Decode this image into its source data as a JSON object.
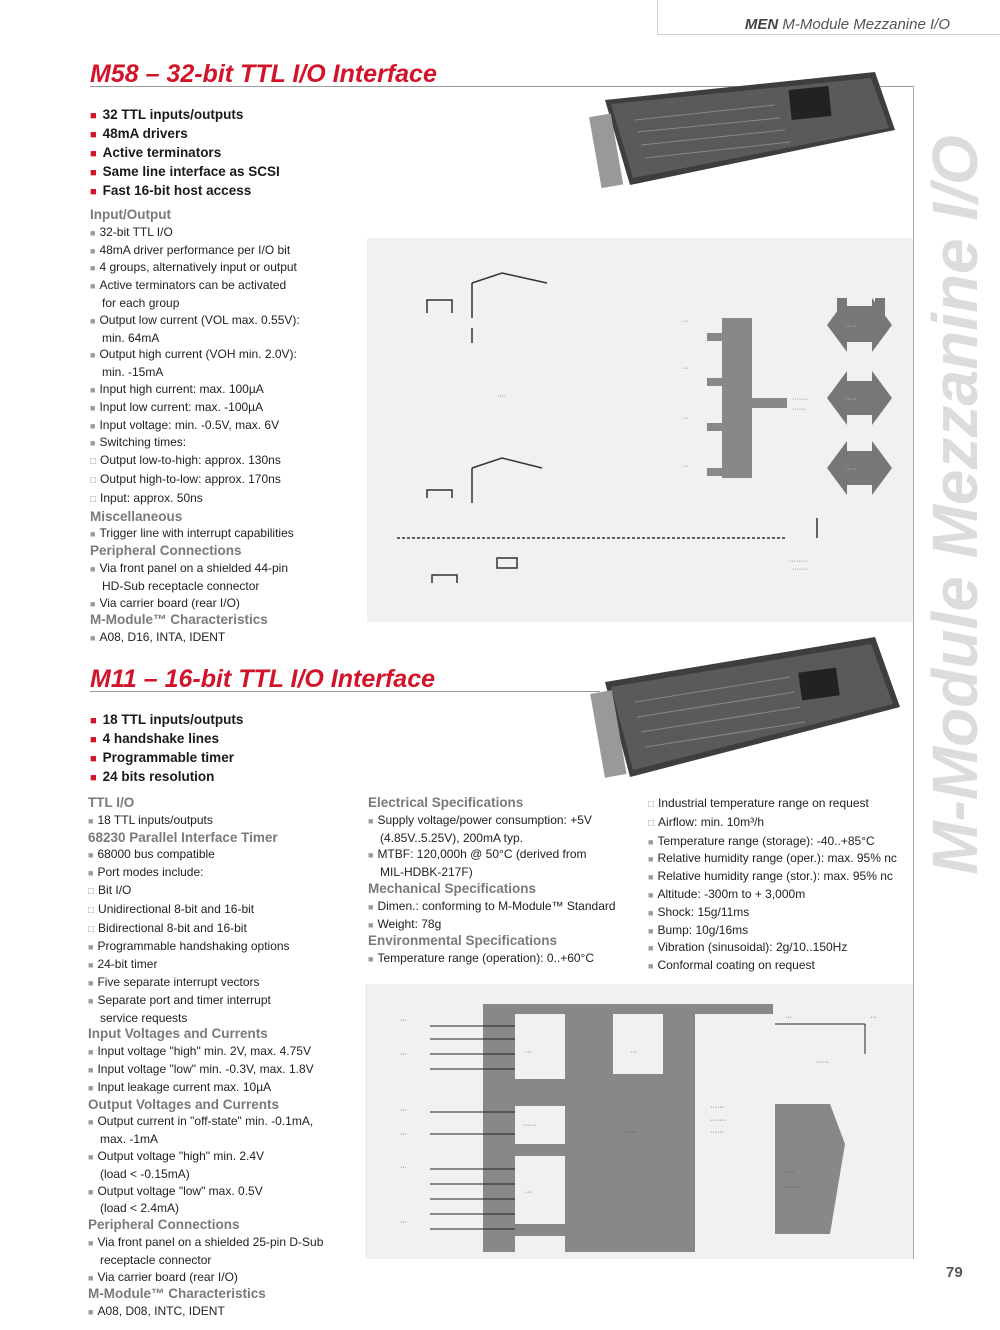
{
  "header": {
    "brand": "MEN",
    "subtitle": "M-Module Mezzanine I/O"
  },
  "sidebar_text": "M-Module Mezzanine I/O",
  "page_number": "79",
  "m58": {
    "title": "M58 – 32-bit TTL I/O Interface",
    "bullets": [
      "32 TTL inputs/outputs",
      "48mA drivers",
      "Active terminators",
      "Same line interface as SCSI",
      "Fast 16-bit host access"
    ],
    "lines": [
      {
        "t": "h",
        "s": "Input/Output"
      },
      {
        "t": "b",
        "s": "32-bit TTL I/O"
      },
      {
        "t": "b",
        "s": "48mA driver performance per I/O bit"
      },
      {
        "t": "b",
        "s": "4 groups, alternatively input or output"
      },
      {
        "t": "b",
        "s": "Active terminators can be activated"
      },
      {
        "t": "c",
        "s": "for each group"
      },
      {
        "t": "b",
        "s": "Output low current (VOL max. 0.55V):"
      },
      {
        "t": "c",
        "s": "min. 64mA"
      },
      {
        "t": "b",
        "s": "Output high current (VOH min. 2.0V):"
      },
      {
        "t": "c",
        "s": "min. -15mA"
      },
      {
        "t": "b",
        "s": "Input high current: max. 100µA"
      },
      {
        "t": "b",
        "s": "Input low current: max. -100µA"
      },
      {
        "t": "b",
        "s": "Input voltage: min. -0.5V, max. 6V"
      },
      {
        "t": "b",
        "s": "Switching times:"
      },
      {
        "t": "o",
        "s": "Output low-to-high: approx. 130ns"
      },
      {
        "t": "o",
        "s": "Output high-to-low: approx. 170ns"
      },
      {
        "t": "o",
        "s": "Input: approx. 50ns"
      },
      {
        "t": "h",
        "s": "Miscellaneous"
      },
      {
        "t": "b",
        "s": "Trigger line with interrupt capabilities"
      },
      {
        "t": "h",
        "s": "Peripheral Connections"
      },
      {
        "t": "b",
        "s": "Via front panel on a shielded 44-pin"
      },
      {
        "t": "c",
        "s": "HD-Sub receptacle connector"
      },
      {
        "t": "b",
        "s": "Via carrier board (rear I/O)"
      },
      {
        "t": "h",
        "s": "M-Module™ Characteristics"
      },
      {
        "t": "b",
        "s": "A08, D16, INTA, IDENT"
      }
    ]
  },
  "m11": {
    "title": "M11 – 16-bit TTL I/O Interface",
    "bullets": [
      "18 TTL inputs/outputs",
      "4 handshake lines",
      "Programmable timer",
      "24 bits resolution"
    ],
    "col1": [
      {
        "t": "h",
        "s": "TTL I/O"
      },
      {
        "t": "b",
        "s": "18 TTL inputs/outputs"
      },
      {
        "t": "h",
        "s": "68230 Parallel Interface Timer"
      },
      {
        "t": "b",
        "s": "68000 bus compatible"
      },
      {
        "t": "b",
        "s": "Port modes include:"
      },
      {
        "t": "o",
        "s": "Bit I/O"
      },
      {
        "t": "o",
        "s": "Unidirectional 8-bit and 16-bit"
      },
      {
        "t": "o",
        "s": "Bidirectional 8-bit and 16-bit"
      },
      {
        "t": "b",
        "s": "Programmable handshaking options"
      },
      {
        "t": "b",
        "s": "24-bit timer"
      },
      {
        "t": "b",
        "s": "Five separate interrupt vectors"
      },
      {
        "t": "b",
        "s": "Separate port and timer interrupt"
      },
      {
        "t": "c",
        "s": "service requests"
      },
      {
        "t": "h",
        "s": "Input Voltages and Currents"
      },
      {
        "t": "b",
        "s": "Input voltage \"high\" min. 2V, max. 4.75V"
      },
      {
        "t": "b",
        "s": "Input voltage \"low\" min. -0.3V, max. 1.8V"
      },
      {
        "t": "b",
        "s": "Input leakage current max. 10µA"
      },
      {
        "t": "h",
        "s": "Output Voltages and Currents"
      },
      {
        "t": "b",
        "s": "Output current in \"off-state\" min. -0.1mA,"
      },
      {
        "t": "c",
        "s": "max. -1mA"
      },
      {
        "t": "b",
        "s": "Output voltage \"high\" min. 2.4V"
      },
      {
        "t": "c",
        "s": "(load < -0.15mA)"
      },
      {
        "t": "b",
        "s": "Output voltage \"low\" max. 0.5V"
      },
      {
        "t": "c",
        "s": "(load < 2.4mA)"
      },
      {
        "t": "h",
        "s": "Peripheral Connections"
      },
      {
        "t": "b",
        "s": "Via front panel on a shielded 25-pin D-Sub"
      },
      {
        "t": "c",
        "s": "receptacle connector"
      },
      {
        "t": "b",
        "s": "Via carrier board (rear I/O)"
      },
      {
        "t": "h",
        "s": "M-Module™ Characteristics"
      },
      {
        "t": "b",
        "s": "A08, D08, INTC, IDENT"
      }
    ],
    "col2": [
      {
        "t": "h",
        "s": "Electrical Specifications"
      },
      {
        "t": "b",
        "s": "Supply voltage/power consumption: +5V"
      },
      {
        "t": "c",
        "s": "(4.85V..5.25V), 200mA typ."
      },
      {
        "t": "b",
        "s": "MTBF: 120,000h @ 50°C (derived from"
      },
      {
        "t": "c",
        "s": "MIL-HDBK-217F)"
      },
      {
        "t": "h",
        "s": "Mechanical Specifications"
      },
      {
        "t": "b",
        "s": "Dimen.: conforming to M-Module™ Standard"
      },
      {
        "t": "b",
        "s": "Weight: 78g"
      },
      {
        "t": "h",
        "s": "Environmental Specifications"
      },
      {
        "t": "b",
        "s": "Temperature range (operation): 0..+60°C"
      }
    ],
    "col3": [
      {
        "t": "o",
        "s": "Industrial temperature range on request"
      },
      {
        "t": "o",
        "s": "Airflow: min. 10m³/h"
      },
      {
        "t": "b",
        "s": "Temperature range (storage): -40..+85°C"
      },
      {
        "t": "b",
        "s": "Relative humidity range (oper.): max. 95% nc"
      },
      {
        "t": "b",
        "s": "Relative humidity range (stor.): max. 95% nc"
      },
      {
        "t": "b",
        "s": "Altitude: -300m to + 3,000m"
      },
      {
        "t": "b",
        "s": "Shock: 15g/11ms"
      },
      {
        "t": "b",
        "s": "Bump: 10g/16ms"
      },
      {
        "t": "b",
        "s": "Vibration (sinusoidal): 2g/10..150Hz"
      },
      {
        "t": "b",
        "s": "Conformal coating on request"
      }
    ]
  }
}
